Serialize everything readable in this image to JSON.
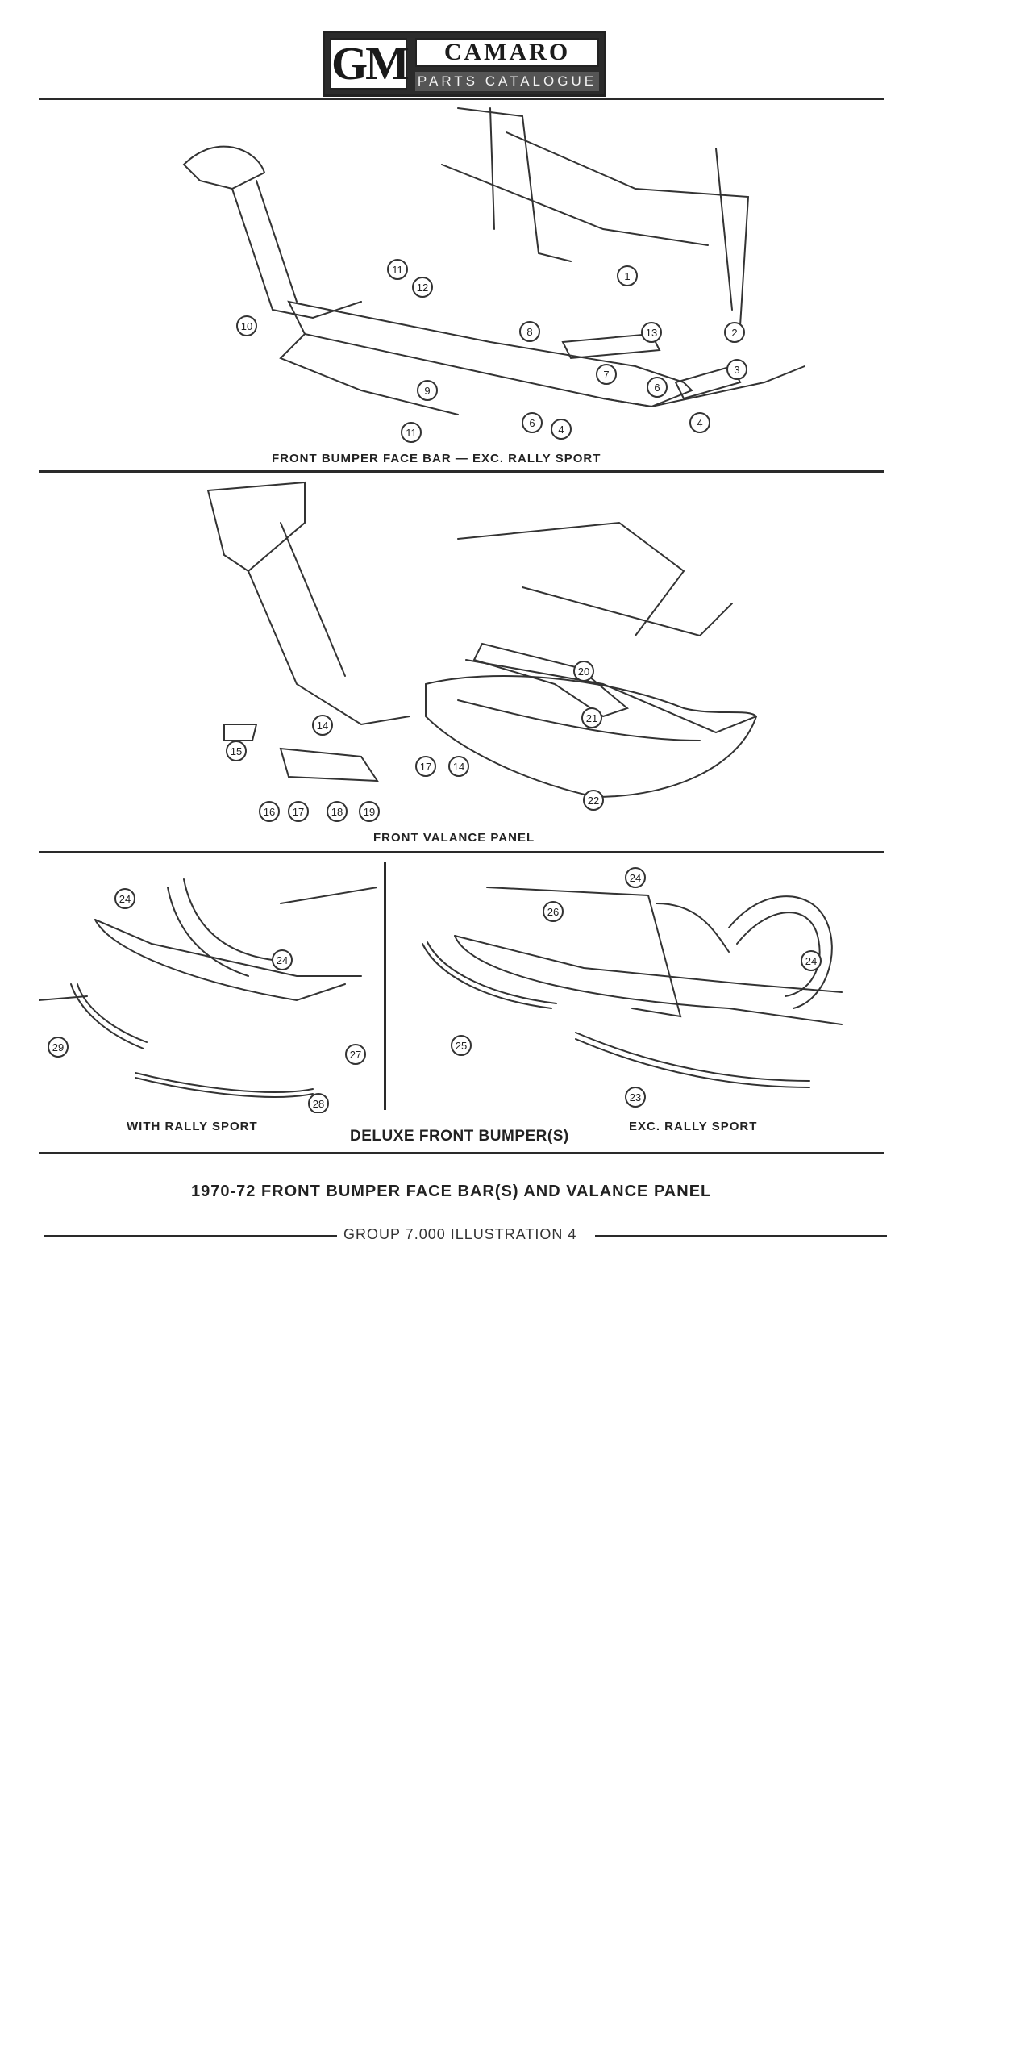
{
  "header": {
    "logo_text": "GM",
    "model": "CAMARO",
    "subtitle": "PARTS CATALOGUE"
  },
  "sections": {
    "face_bar_caption": "FRONT BUMPER FACE BAR — EXC. RALLY SPORT",
    "valance_caption": "FRONT VALANCE PANEL",
    "with_rally_caption": "WITH RALLY SPORT",
    "deluxe_caption": "DELUXE FRONT BUMPER(S)",
    "exc_rally_caption": "EXC. RALLY SPORT"
  },
  "callouts": {
    "face_bar": [
      "1",
      "2",
      "3",
      "4",
      "4",
      "6",
      "6",
      "7",
      "8",
      "9",
      "10",
      "11",
      "11",
      "12",
      "13"
    ],
    "valance": [
      "14",
      "14",
      "15",
      "16",
      "17",
      "17",
      "18",
      "19",
      "20",
      "21",
      "22"
    ],
    "with_rally": [
      "24",
      "24",
      "27",
      "28",
      "29"
    ],
    "exc_rally": [
      "24",
      "24",
      "26",
      "25",
      "23"
    ]
  },
  "footer": {
    "title": "1970-72 FRONT BUMPER FACE BAR(S) AND VALANCE PANEL",
    "group": "GROUP 7.000 ILLUSTRATION 4"
  }
}
